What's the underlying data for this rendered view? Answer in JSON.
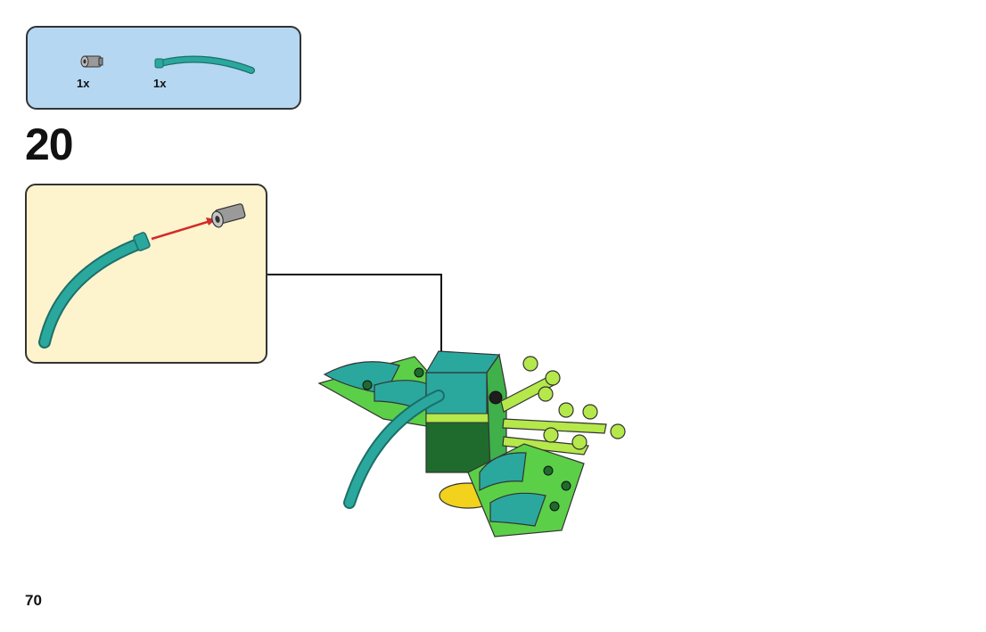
{
  "parts_list": {
    "items": [
      {
        "name": "connector-pin-gray",
        "quantity": "1x"
      },
      {
        "name": "curved-horn-teal",
        "quantity": "1x"
      }
    ]
  },
  "step": {
    "number": "20"
  },
  "page": {
    "number": "70"
  },
  "colors": {
    "parts_bg": "#b5d7f2",
    "callout_bg": "#fdf3cc",
    "teal": "#2aa89e",
    "lime": "#8ee04a",
    "green": "#3fb04a",
    "dark_green": "#1f6b2e",
    "arrow_red": "#d12b2b"
  }
}
